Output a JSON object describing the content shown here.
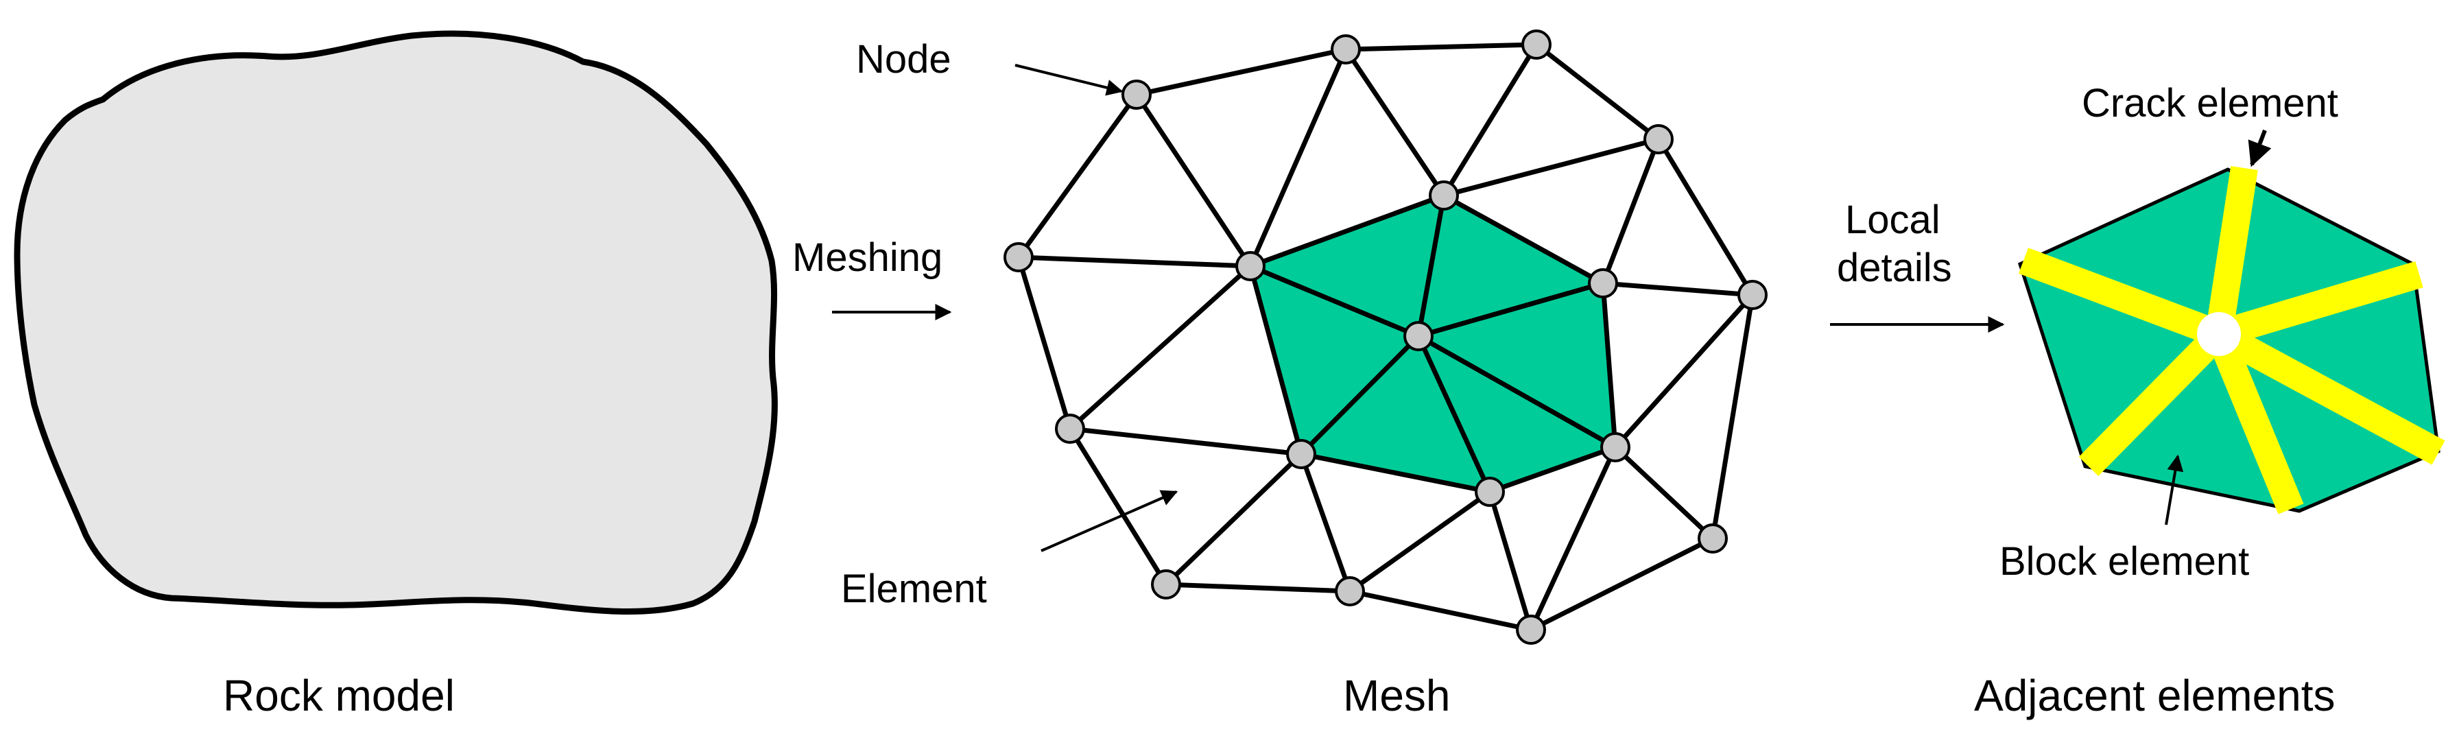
{
  "captions": {
    "rock_model": "Rock model",
    "mesh": "Mesh",
    "adjacent_elements": "Adjacent elements"
  },
  "labels": {
    "node": "Node",
    "meshing": "Meshing",
    "element": "Element",
    "local_details_line1": "Local",
    "local_details_line2": "details",
    "crack_element": "Crack element",
    "block_element": "Block element"
  },
  "colors": {
    "rock_fill": "#e6e6e6",
    "block_fill": "#00cc99",
    "crack_fill": "#ffff00",
    "node_fill": "#c8c8c8",
    "stroke": "#000000"
  }
}
